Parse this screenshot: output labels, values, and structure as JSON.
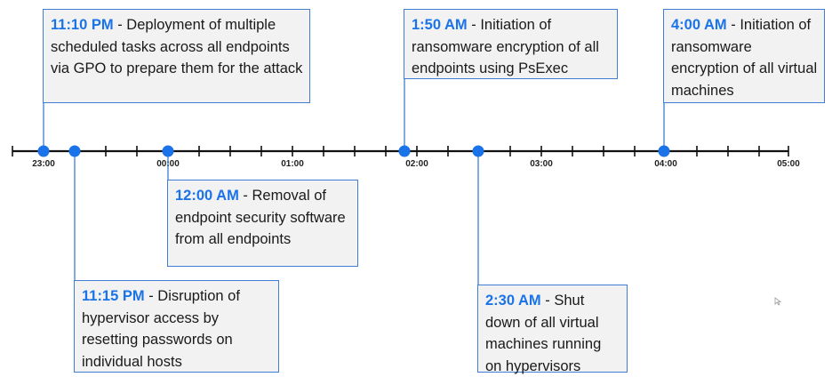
{
  "timeline": {
    "axis_color": "#111111",
    "accent_color": "#1a73e8",
    "ticks": [
      "23:00",
      "00:00",
      "01:00",
      "02:00",
      "03:00",
      "04:00",
      "05:00"
    ]
  },
  "events": [
    {
      "time": "11:10 PM",
      "separator": " - ",
      "text": "Deployment of multiple scheduled tasks across all endpoints via GPO to prepare them for the attack"
    },
    {
      "time": "11:15 PM",
      "separator": " - ",
      "text": "Disruption of hypervisor access by resetting passwords on individual hosts"
    },
    {
      "time": "12:00 AM",
      "separator": " - ",
      "text": "Removal of endpoint security software from all endpoints"
    },
    {
      "time": "1:50 AM",
      "separator": " - ",
      "text": "Initiation of ransomware encryption of all endpoints using PsExec"
    },
    {
      "time": "2:30 AM",
      "separator": " - ",
      "text": "Shut down of all virtual machines running on hypervisors"
    },
    {
      "time": "4:00 AM",
      "separator": " - ",
      "text": "Initiation of ransomware encryption of all virtual machines"
    }
  ]
}
